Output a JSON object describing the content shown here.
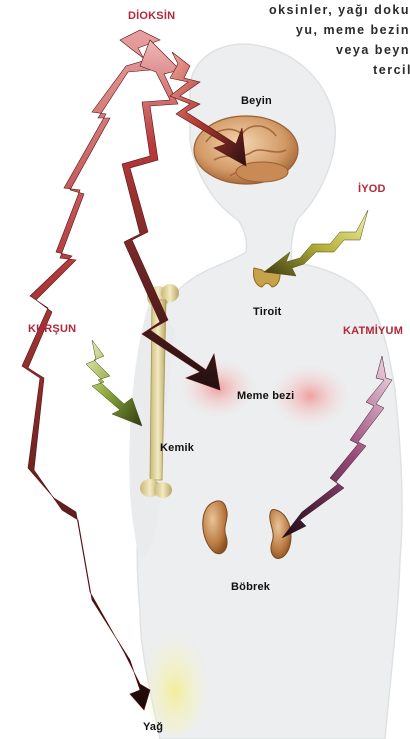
{
  "caption": {
    "lines": [
      "oksinler, yağı doku",
      "yu, meme bezin",
      "veya beyn",
      "tercil"
    ]
  },
  "toxins": {
    "dioksin": "DİOKSİN",
    "kursun": "KURŞUN",
    "iyod": "İYOD",
    "katmiyum": "KATMİYUM"
  },
  "organs": {
    "beyin": "Beyin",
    "tiroit": "Tiroit",
    "meme_bezi": "Meme bezi",
    "kemik": "Kemik",
    "bobrek": "Böbrek",
    "yag": "Yağ"
  },
  "colors": {
    "dioksin": "#8e1b22",
    "kursun": "#7a8a2a",
    "iyod": "#a6a32e",
    "katmiyum": "#6a2a4e",
    "toxin_label": "#b0283a"
  }
}
